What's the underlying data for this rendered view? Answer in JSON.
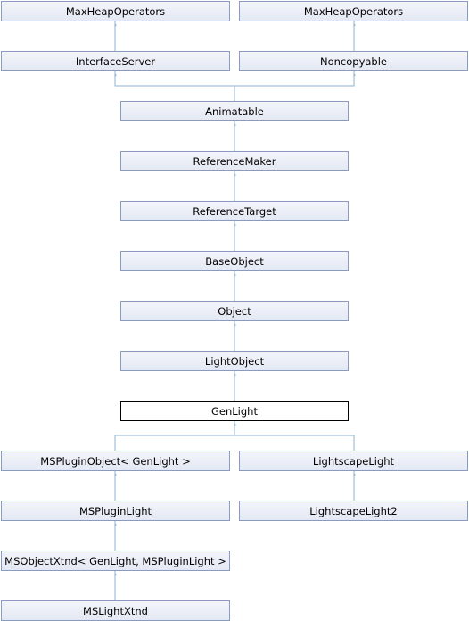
{
  "diagram": {
    "nodes": {
      "max_heap_operators_1": "MaxHeapOperators",
      "max_heap_operators_2": "MaxHeapOperators",
      "interface_server": "InterfaceServer",
      "noncopyable": "Noncopyable",
      "animatable": "Animatable",
      "reference_maker": "ReferenceMaker",
      "reference_target": "ReferenceTarget",
      "base_object": "BaseObject",
      "object": "Object",
      "light_object": "LightObject",
      "gen_light": "GenLight",
      "ms_plugin_object": "MSPluginObject< GenLight >",
      "lightscape_light": "LightscapeLight",
      "ms_plugin_light": "MSPluginLight",
      "lightscape_light2": "LightscapeLight2",
      "ms_object_xtnd": "MSObjectXtnd< GenLight, MSPluginLight >",
      "ms_light_xtnd": "MSLightXtnd"
    },
    "colors": {
      "edge": "#8fb2d0",
      "node_border": "#8a9bc0",
      "current_border": "#000000"
    }
  }
}
